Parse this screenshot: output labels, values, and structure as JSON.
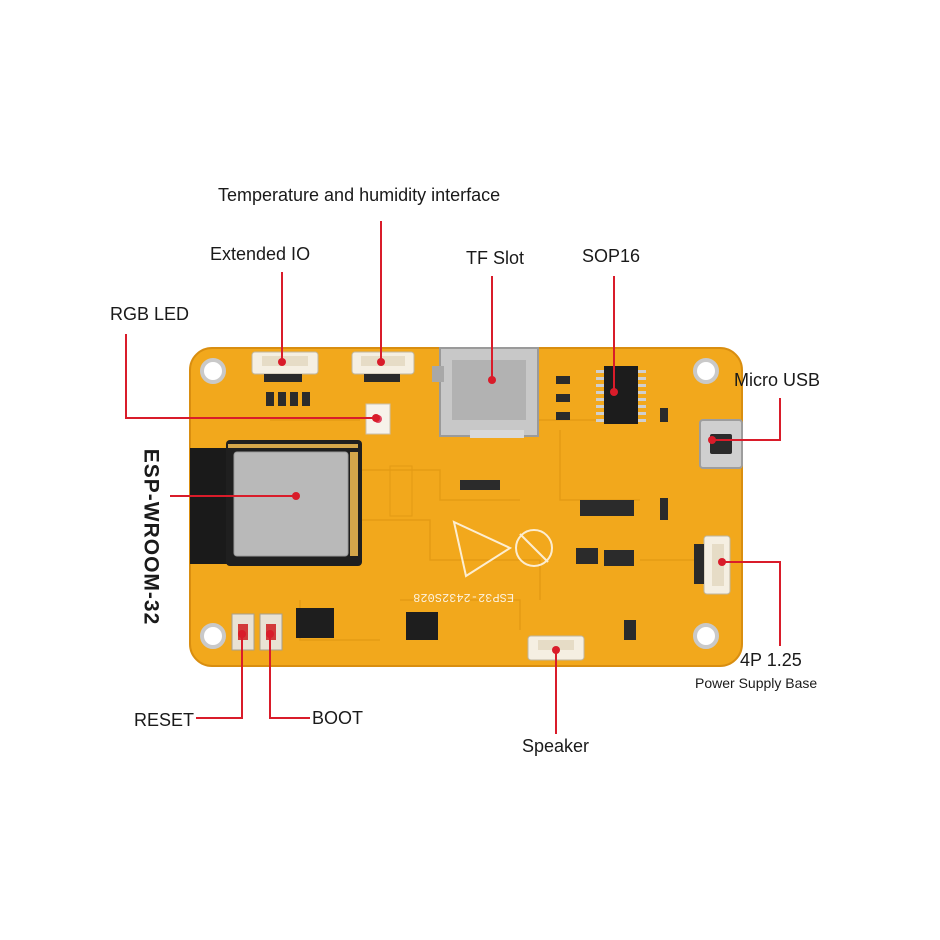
{
  "labels": {
    "temp_humidity": "Temperature and humidity interface",
    "extended_io": "Extended IO",
    "tf_slot": "TF Slot",
    "sop16": "SOP16",
    "rgb_led": "RGB LED",
    "micro_usb": "Micro USB",
    "esp_wroom": "ESP-WROOM-32",
    "power_4p": "4P 1.25",
    "power_base": "Power Supply Base",
    "reset": "RESET",
    "boot": "BOOT",
    "speaker": "Speaker"
  },
  "colors": {
    "board": "#f2a81c",
    "board_edge": "#d98e10",
    "callout_line": "#d91c2a",
    "chip": "#1e1e1e",
    "metal": "#b9b9b9"
  },
  "silkscreen": {
    "board_id": "ESP32-2432S028"
  }
}
